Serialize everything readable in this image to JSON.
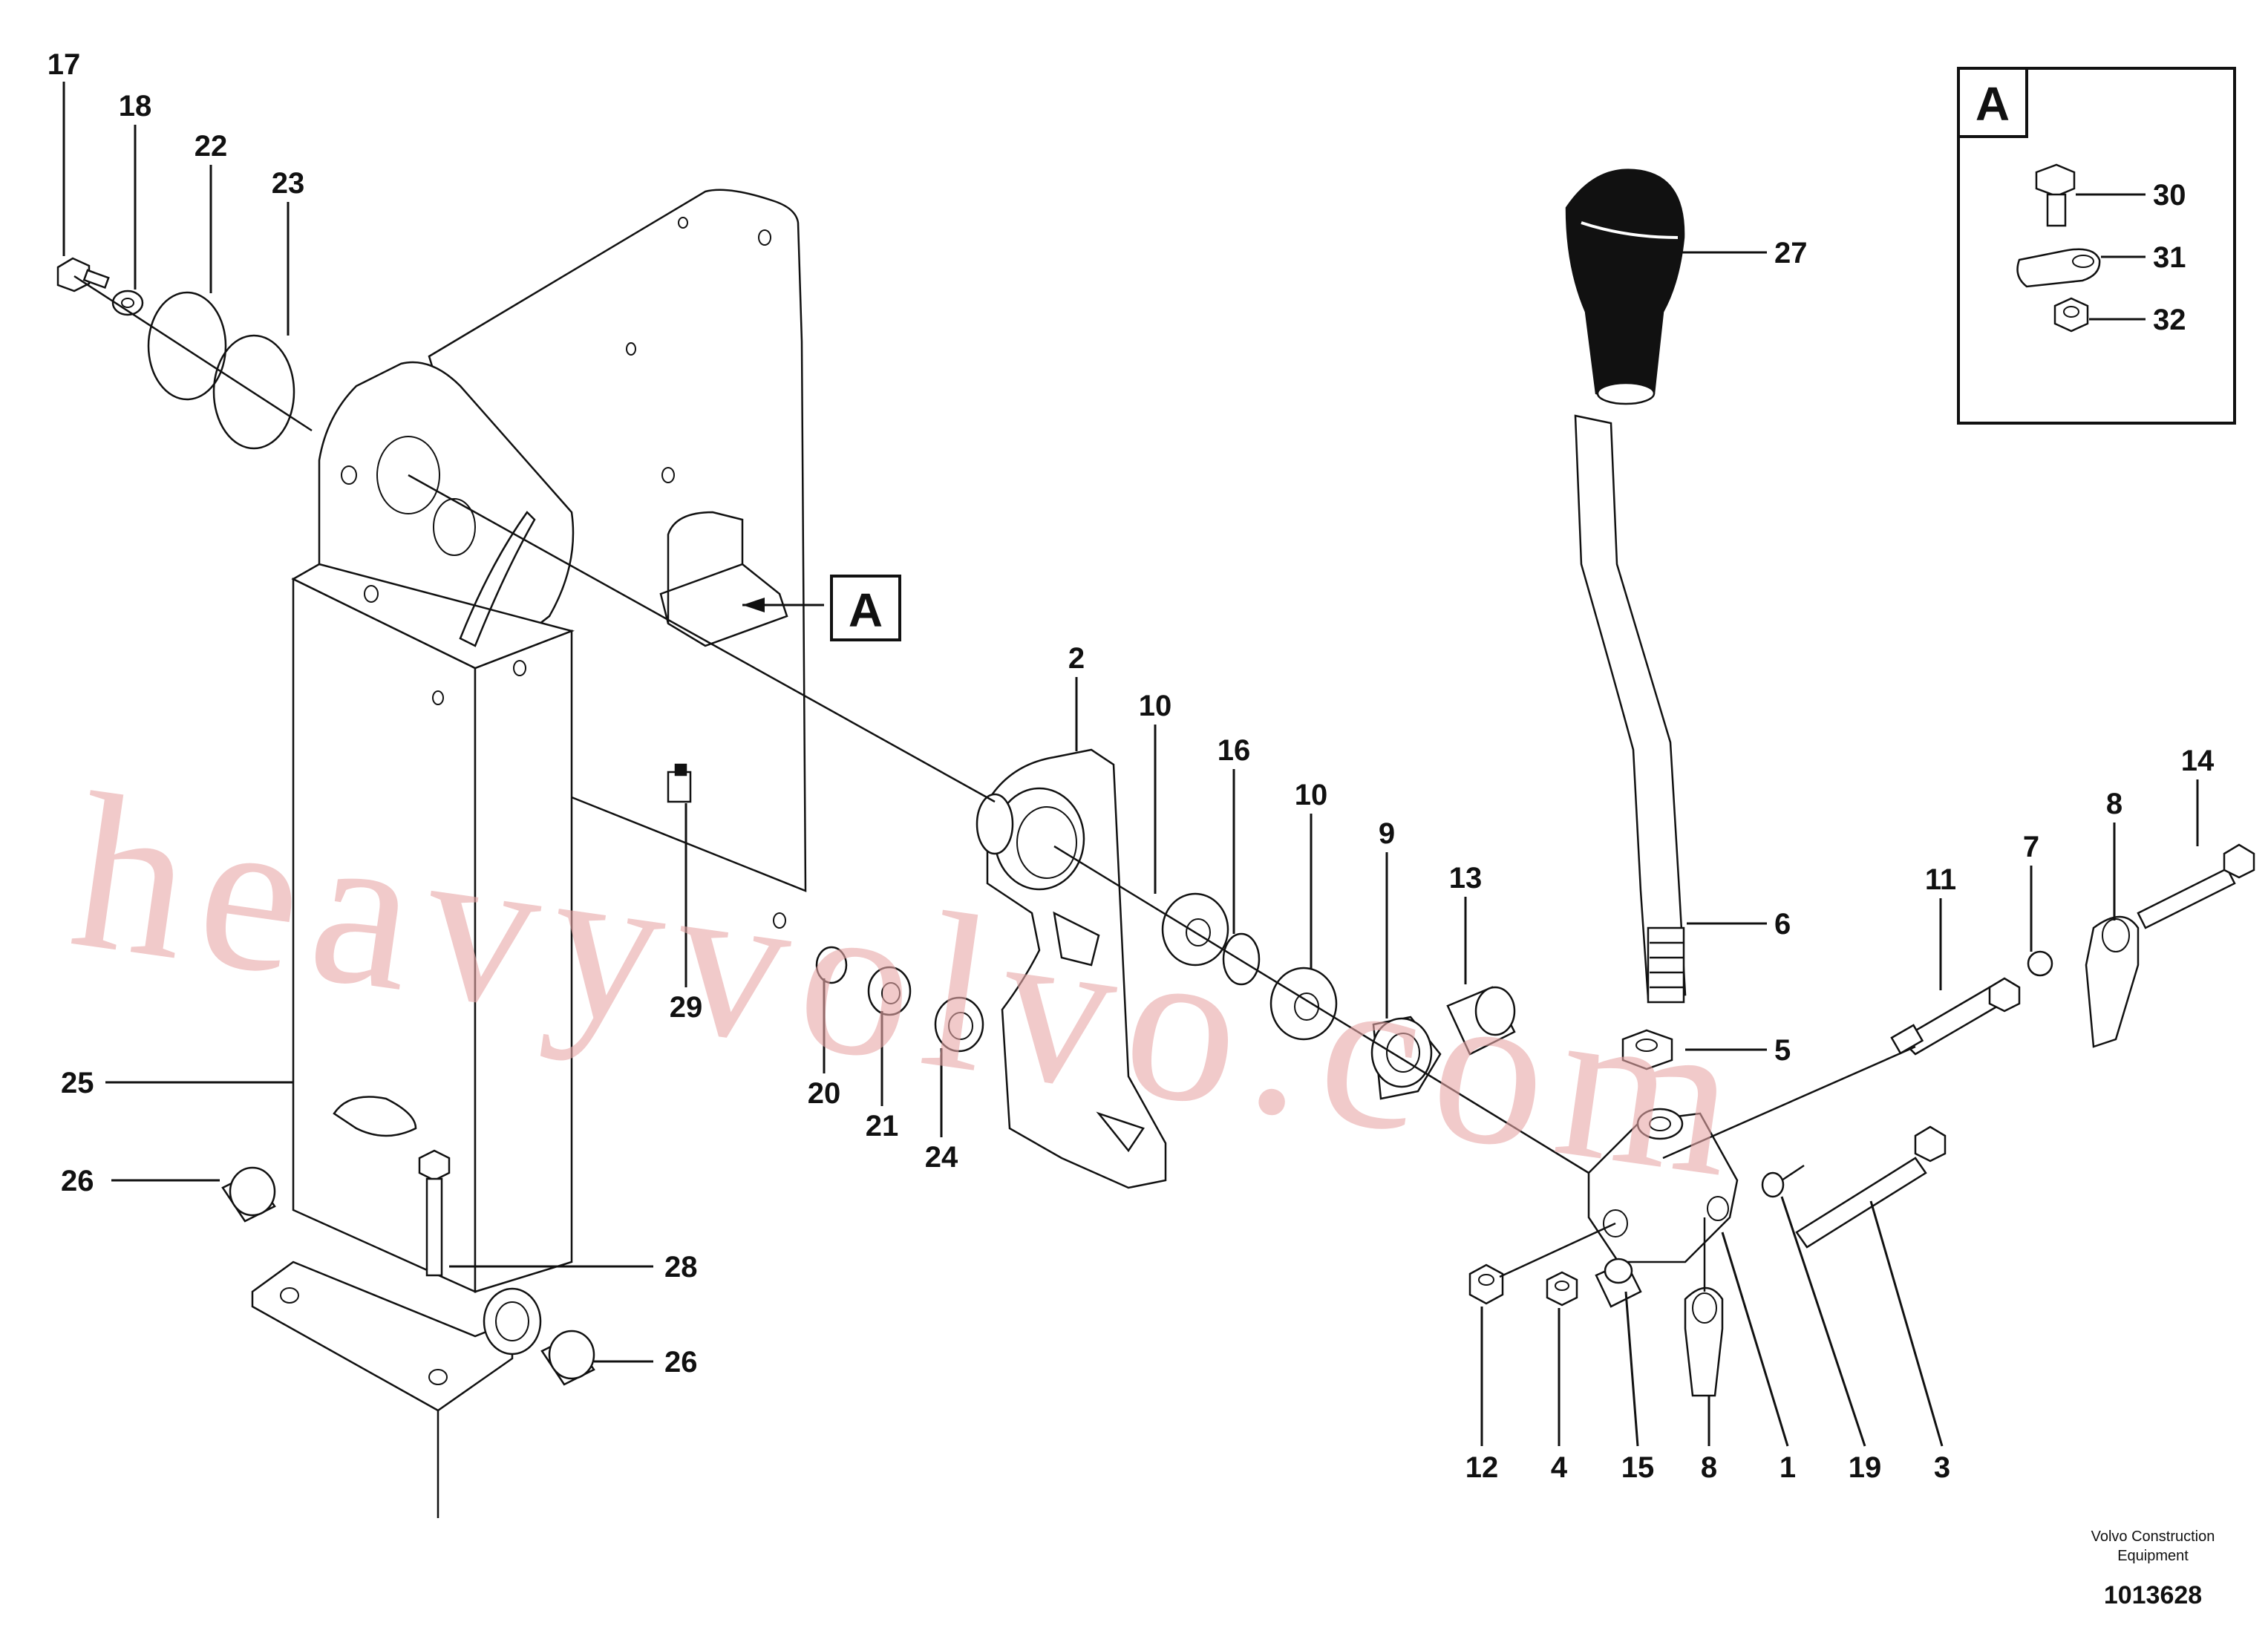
{
  "callouts": [
    "1",
    "2",
    "3",
    "4",
    "5",
    "6",
    "7",
    "8",
    "9",
    "10",
    "11",
    "12",
    "13",
    "14",
    "15",
    "16",
    "17",
    "18",
    "19",
    "20",
    "21",
    "22",
    "23",
    "24",
    "25",
    "26",
    "27",
    "28",
    "29",
    "30",
    "31",
    "32"
  ],
  "detail_marker": "A",
  "watermark": "heavyvolvo.com",
  "brand_line1": "Volvo Construction",
  "brand_line2": "Equipment",
  "figure_number": "1013628"
}
